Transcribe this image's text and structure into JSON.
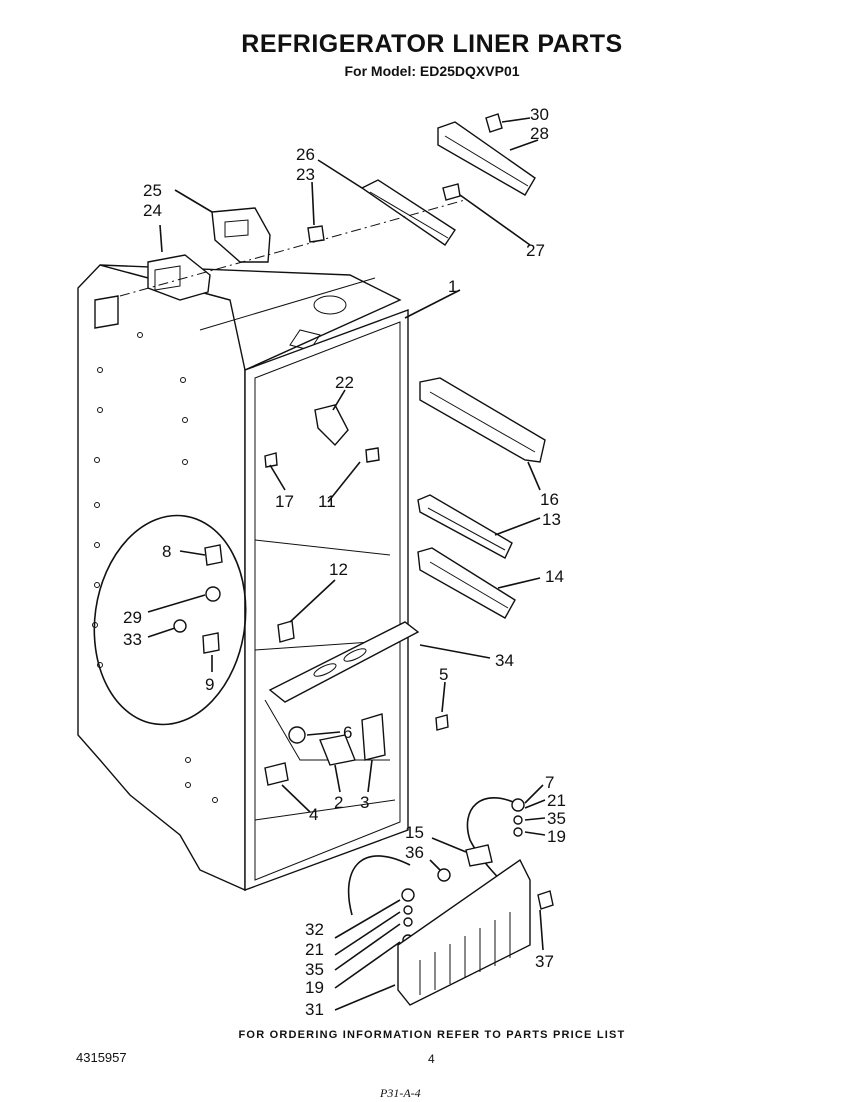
{
  "page": {
    "title": "REFRIGERATOR LINER PARTS",
    "subtitle": "For Model: ED25DQXVP01",
    "footer": "FOR ORDERING INFORMATION REFER TO PARTS PRICE LIST",
    "doc_number": "4315957",
    "page_number": "4",
    "hand_note": "P31-A-4"
  },
  "callouts": {
    "c1": "1",
    "c2": "2",
    "c3": "3",
    "c4": "4",
    "c5": "5",
    "c6": "6",
    "c7": "7",
    "c8": "8",
    "c9": "9",
    "c11": "11",
    "c12": "12",
    "c13": "13",
    "c14": "14",
    "c15": "15",
    "c16": "16",
    "c17": "17",
    "c19a": "19",
    "c19b": "19",
    "c21a": "21",
    "c21b": "21",
    "c22": "22",
    "c23": "23",
    "c24": "24",
    "c25": "25",
    "c26": "26",
    "c27": "27",
    "c28": "28",
    "c29": "29",
    "c30": "30",
    "c31": "31",
    "c32": "32",
    "c33": "33",
    "c34": "34",
    "c35a": "35",
    "c35b": "35",
    "c36": "36",
    "c37": "37"
  }
}
